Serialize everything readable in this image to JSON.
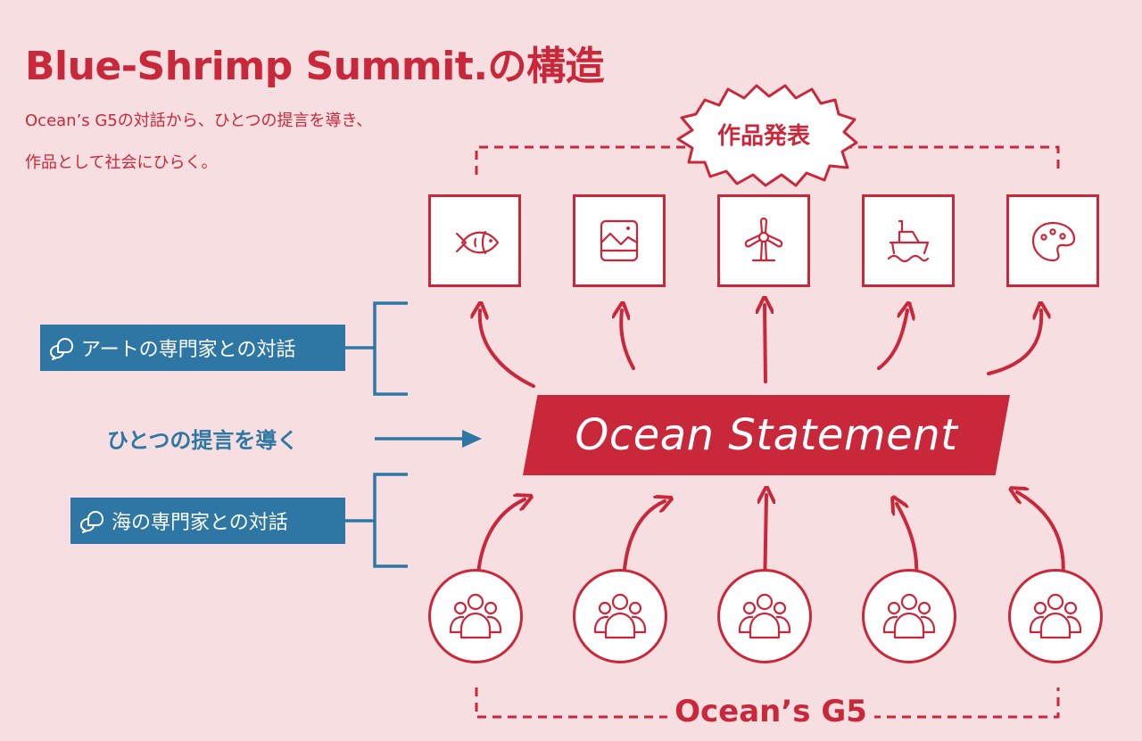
{
  "header": {
    "title": "Blue-Shrimp Summit.の構造",
    "subtitle_line1": "Ocean’s  G5の対話から、ひとつの提言を導き、",
    "subtitle_line2": "作品として社会にひらく。"
  },
  "publication": {
    "label": "作品発表",
    "works": [
      {
        "icon": "fish-icon"
      },
      {
        "icon": "image-icon"
      },
      {
        "icon": "wind-turbine-icon"
      },
      {
        "icon": "ship-icon"
      },
      {
        "icon": "palette-icon"
      }
    ]
  },
  "dialogues": [
    {
      "icon": "chat-bubbles-icon",
      "label": "アートの専門家との対話"
    },
    {
      "icon": "chat-bubbles-icon",
      "label": "海の専門家との対話"
    }
  ],
  "lead": {
    "label": "ひとつの提言を導く"
  },
  "statement": {
    "label": "Ocean Statement"
  },
  "members": {
    "label": "Ocean’s G5",
    "groups": [
      {
        "icon": "group-icon"
      },
      {
        "icon": "group-icon"
      },
      {
        "icon": "group-icon"
      },
      {
        "icon": "group-icon"
      },
      {
        "icon": "group-icon"
      }
    ]
  },
  "colors": {
    "background": "#f7dfe1",
    "accent_red": "#c9273a",
    "accent_blue": "#2e76a3"
  }
}
